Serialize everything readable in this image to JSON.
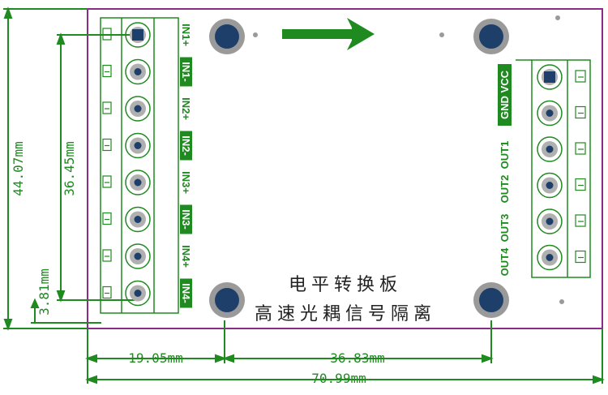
{
  "colors": {
    "board_outline": "#8a2b8a",
    "silk": "#1f8a1f",
    "label_bg": "#1f8a1f",
    "label_text": "#ffffff",
    "dim": "#1f8a1f",
    "mount_outer": "#9a9a9a",
    "mount_inner": "#1f3f6b",
    "title_text": "#222222"
  },
  "left_labels": [
    "IN1+",
    "IN1-",
    "IN2+",
    "IN2-",
    "IN3+",
    "IN3-",
    "IN4+",
    "IN4-"
  ],
  "left_label_inverted": [
    false,
    true,
    false,
    true,
    false,
    true,
    false,
    true
  ],
  "right_labels": [
    "GND VCC",
    "OUT1",
    "OUT2",
    "OUT3",
    "OUT4"
  ],
  "right_label_inverted": [
    true,
    false,
    false,
    false,
    false
  ],
  "title_line1": "电平转换板",
  "title_line2": "高速光耦信号隔离",
  "dims": {
    "height_total": "44.07mm",
    "height_inner": "36.45mm",
    "pitch": "3.81mm",
    "left_offset": "19.05mm",
    "hole_span": "36.83mm",
    "width_total": "70.99mm"
  },
  "icons": {
    "direction_arrow": "arrow-right-icon",
    "mount_hole": "mounting-hole-icon",
    "terminal_pin": "terminal-pin-icon"
  }
}
